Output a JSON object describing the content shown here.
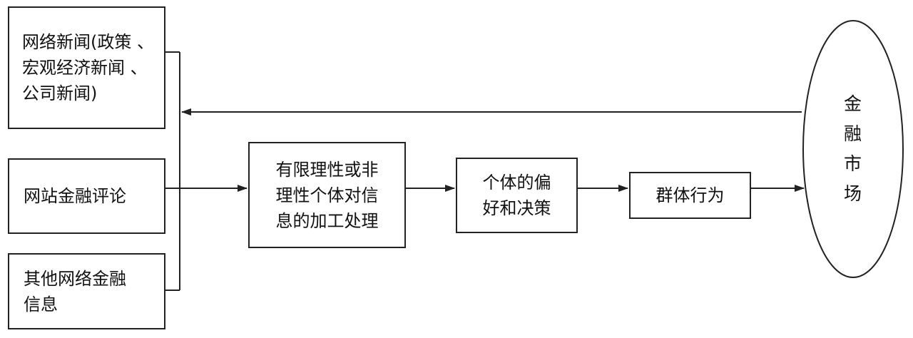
{
  "diagram": {
    "sources": {
      "news": "网络新闻(政策 、\n宏观经济新闻 、\n公司新闻)",
      "comment": "网站金融评论",
      "other": "其他网络金融\n信息"
    },
    "processing": "有限理性或非\n理性个体对信\n息的加工处理",
    "preference": "个体的偏\n好和决策",
    "group_behavior": "群体行为",
    "market": "金\n融\n市\n场"
  }
}
